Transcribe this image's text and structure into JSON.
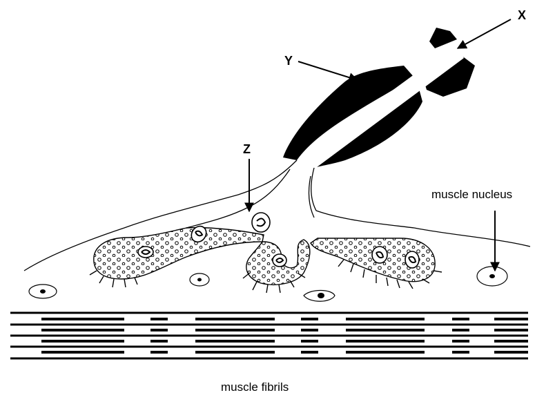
{
  "labels": {
    "x": "X",
    "y": "Y",
    "z": "Z",
    "muscle_nucleus": "muscle nucleus",
    "muscle_fibrils": "muscle fibrils"
  },
  "colors": {
    "ink": "#000000",
    "background": "#ffffff"
  }
}
